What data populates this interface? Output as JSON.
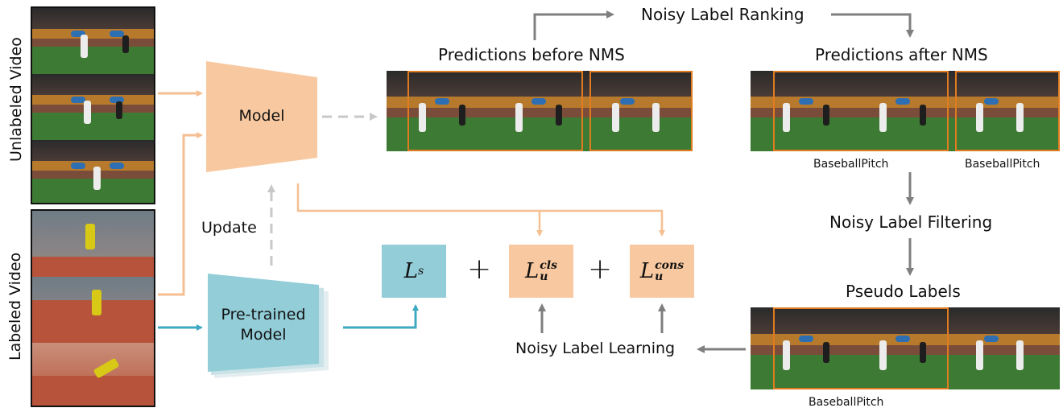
{
  "left": {
    "unlabeled_video_label": "Unlabeled Video",
    "labeled_video_label": "Labeled Video"
  },
  "model": {
    "model_label": "Model",
    "pretrained_label": "Pre-trained\nModel",
    "update_label": "Update"
  },
  "losses": {
    "ls_main": "L",
    "ls_sub": "s",
    "lcls_main": "L",
    "lcls_sub": "u",
    "lcls_sup": "cls",
    "lcons_main": "L",
    "lcons_sub": "u",
    "lcons_sup": "cons",
    "plus1": "+",
    "plus2": "+"
  },
  "pipeline": {
    "predictions_before_nms": "Predictions before NMS",
    "noisy_label_ranking": "Noisy Label Ranking",
    "predictions_after_nms": "Predictions after NMS",
    "noisy_label_filtering": "Noisy Label Filtering",
    "pseudo_labels": "Pseudo Labels",
    "noisy_label_learning": "Noisy Label Learning"
  },
  "class_labels": {
    "after_nms_1": "BaseballPitch",
    "after_nms_2": "BaseballPitch",
    "pseudo": "BaseballPitch"
  },
  "colors": {
    "orange_fill": "#f8c9a0",
    "teal_fill": "#93cdd8",
    "orange_arrow": "#f6bf92",
    "teal_arrow": "#3fa8c2",
    "gray_arrow": "#7f7f7f",
    "light_gray_arrow": "#c8c8c8",
    "box_outline": "#e07b20"
  }
}
